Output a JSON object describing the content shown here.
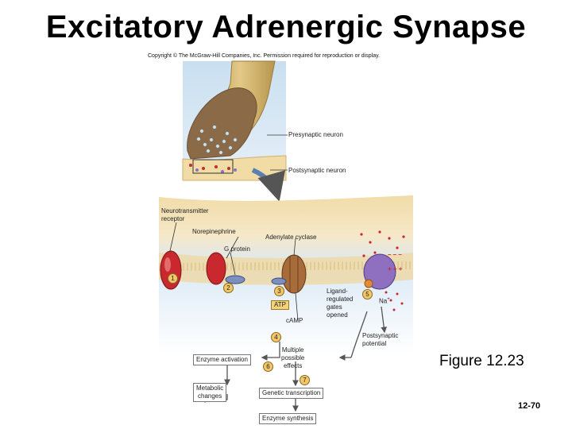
{
  "title": "Excitatory Adrenergic Synapse",
  "copyright": "Copyright © The McGraw-Hill Companies, Inc. Permission required for reproduction or display.",
  "labels": {
    "presynaptic": "Presynaptic neuron",
    "postsynaptic": "Postsynaptic neuron",
    "receptor_line1": "Neurotransmitter",
    "receptor_line2": "receptor",
    "norepinephrine": "Norepinephrine",
    "adenylate_cyclase": "Adenylate cyclase",
    "g_protein": "G protein",
    "atp": "ATP",
    "camp": "cAMP",
    "ligand_line1": "Ligand-",
    "ligand_line2": "regulated",
    "ligand_line3": "gates",
    "ligand_line4": "opened",
    "na": "Na",
    "na_sup": "+",
    "post_potential_line1": "Postsynaptic",
    "post_potential_line2": "potential",
    "multiple_line1": "Multiple",
    "multiple_line2": "possible",
    "multiple_line3": "effects",
    "enzyme_activation": "Enzyme activation",
    "metabolic_line1": "Metabolic",
    "metabolic_line2": "changes",
    "genetic_transcription": "Genetic transcription",
    "enzyme_synthesis": "Enzyme synthesis",
    "charges_minus": "– – –",
    "charges_plus": "+ + +"
  },
  "steps": [
    "1",
    "2",
    "3",
    "4",
    "5",
    "6",
    "7"
  ],
  "caption": "Figure 12.23",
  "page_number": "12-70",
  "colors": {
    "axon_tan": "#d9bd73",
    "terminal_brown": "#8b6a48",
    "membrane_yellow": "#f0d7a0",
    "cytoplasm_blue": "#d5e6f5",
    "receptor_red": "#c8282e",
    "cyclase_brown": "#a86b3a",
    "channel_purple": "#8e6fc0",
    "arrow_gray": "#555555"
  }
}
